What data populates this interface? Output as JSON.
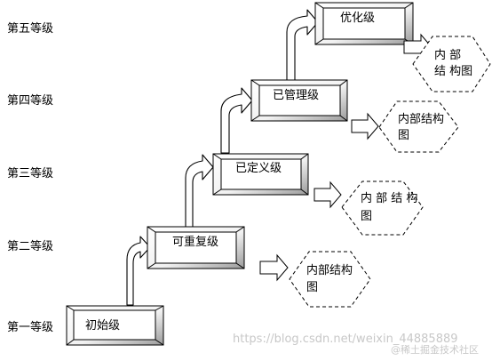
{
  "levels": [
    "第一等级",
    "第二等级",
    "第三等级",
    "第四等级",
    "第五等级"
  ],
  "stages": [
    "初始级",
    "可重复级",
    "已定义级",
    "已管理级",
    "优化级"
  ],
  "structures": [
    {
      "line1": "内部结构",
      "line2": "图"
    },
    {
      "line1": "内 部 结 构",
      "line2": "图"
    },
    {
      "line1": "内部结构",
      "line2": "图"
    },
    {
      "line1": "内 部",
      "line2": "结 构图"
    }
  ],
  "watermark": {
    "url": "https://blog.csdn.net/weixin_44885889",
    "site": "@稀土掘金技术社区"
  }
}
